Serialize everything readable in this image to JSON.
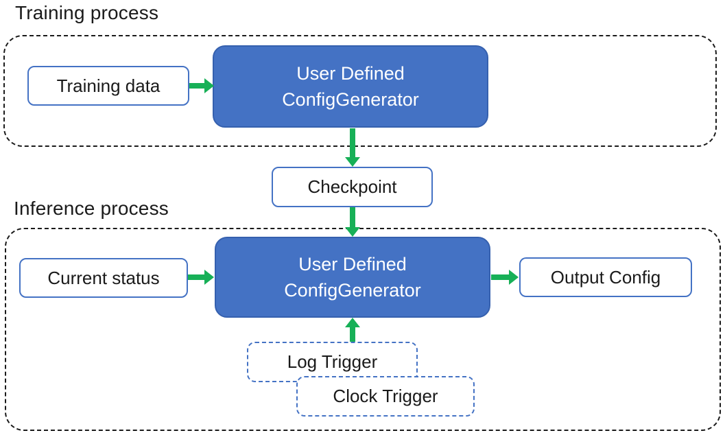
{
  "colors": {
    "box_blue": "#4472C4",
    "box_blue_border": "#3560AE",
    "arrow_green": "#17B057",
    "light_border": "#4472C4",
    "dash_black": "#1a1a1a",
    "text_dark": "#1a1a1a"
  },
  "training": {
    "label": "Training process",
    "data_label": "Training data",
    "generator": {
      "line1": "User Defined",
      "line2": "ConfigGenerator"
    }
  },
  "checkpoint": {
    "label": "Checkpoint"
  },
  "inference": {
    "label": "Inference process",
    "status_label": "Current status",
    "generator": {
      "line1": "User Defined",
      "line2": "ConfigGenerator"
    },
    "output_label": "Output Config",
    "log_trigger_label": "Log Trigger",
    "clock_trigger_label": "Clock Trigger"
  }
}
